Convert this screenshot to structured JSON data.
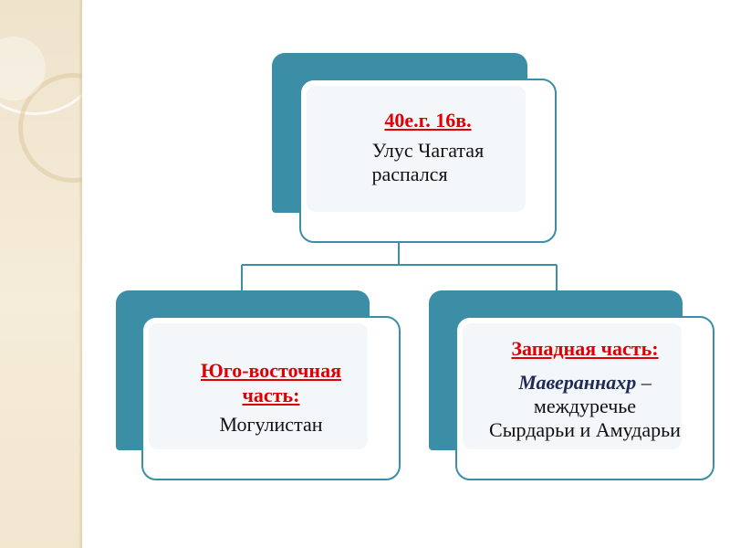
{
  "colors": {
    "teal": "#3b8ea5",
    "heading_red": "#e00000",
    "term_navy": "#1f2a55",
    "side_strip": "#efe3cc"
  },
  "top_node": {
    "heading": "40е.г. 16в.",
    "line1": "Улус Чагатая",
    "line2": "распался"
  },
  "left_node": {
    "heading_line1": "Юго-восточная",
    "heading_line2": "часть:",
    "body": "Могулистан"
  },
  "right_node": {
    "heading": "Западная часть:",
    "term": "Мавераннахр",
    "dash": " –",
    "line2": "междуречье",
    "line3": "Сырдарьи и Амударьи"
  }
}
